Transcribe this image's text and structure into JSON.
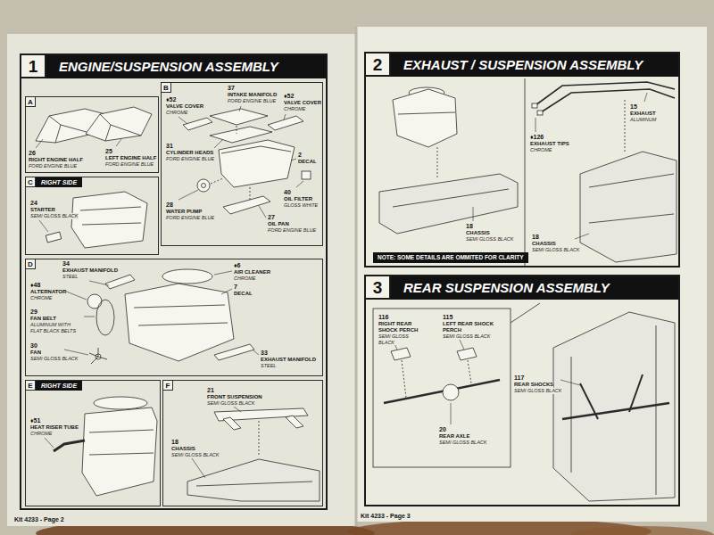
{
  "diagram": {
    "nodes": [
      {
        "text": [
          "1",
          "ENGINE/SUSPENSION ASSEMBLY"
        ]
      },
      {
        "text": [
          "A"
        ],
        "in": 0
      },
      {
        "text": [
          "B"
        ],
        "in": 0
      },
      {
        "text": [
          "C",
          "RIGHT SIDE"
        ],
        "in": 0
      },
      {
        "text": [
          "D"
        ],
        "in": 0
      },
      {
        "text": [
          "E",
          "RIGHT SIDE"
        ],
        "in": 0
      },
      {
        "text": [
          "F"
        ],
        "in": 0
      },
      {
        "text": [
          "2",
          "EXHAUST / SUSPENSION ASSEMBLY"
        ]
      },
      {
        "text": [
          "NOTE: SOME DETAILS ARE OMMITED FOR CLARITY"
        ],
        "in": 7
      },
      {
        "text": [
          "3",
          "REAR SUSPENSION ASSEMBLY"
        ]
      }
    ],
    "labels": [
      "26",
      "RIGHT ENGINE HALF",
      "FORD ENGINE BLUE",
      "25",
      "LEFT ENGINE HALF",
      "FORD ENGINE BLUE",
      "37",
      "INTAKE MANIFOLD",
      "FORD ENGINE BLUE",
      "♦52",
      "VALVE COVER",
      "CHROME",
      "♦52",
      "VALVE COVER",
      "CHROME",
      "31",
      "CYLINDER HEADS",
      "FORD ENGINE BLUE",
      "2",
      "DECAL",
      "28",
      "WATER PUMP",
      "FORD ENGINE BLUE",
      "40",
      "OIL FILTER",
      "GLOSS WHITE",
      "27",
      "OIL PAN",
      "FORD ENGINE BLUE",
      "24",
      "STARTER",
      "SEMI GLOSS BLACK",
      "34",
      "EXHAUST MANIFOLD",
      "STEEL",
      "♦48",
      "ALTERNATOR",
      "CHROME",
      "29",
      "FAN BELT",
      "ALUMINUM WITH FLAT BLACK BELTS",
      "30",
      "FAN",
      "SEMI GLOSS BLACK",
      "♦6",
      "AIR CLEANER",
      "CHROME",
      "7",
      "DECAL",
      "33",
      "EXHAUST MANIFOLD",
      "STEEL",
      "♦51",
      "HEAT RISER TUBE",
      "CHROME",
      "21",
      "FRONT SUSPENSION",
      "SEMI GLOSS BLACK",
      "18",
      "CHASSIS",
      "SEMI GLOSS BLACK",
      "Kit 4233 - Page 2",
      "18",
      "CHASSIS",
      "SEMI GLOSS BLACK",
      "15",
      "EXHAUST",
      "ALUMINUM",
      "♦126",
      "EXHAUST TIPS",
      "CHROME",
      "18",
      "CHASSIS",
      "SEMI GLOSS BLACK",
      "116",
      "RIGHT REAR SHOCK PERCH",
      "SEMI GLOSS BLACK",
      "115",
      "LEFT REAR SHOCK PERCH",
      "SEMI GLOSS BLACK",
      "20",
      "REAR AXLE",
      "SEMI GLOSS BLACK",
      "117",
      "REAR SHOCKS",
      "SEMI GLOSS BLACK",
      "Kit 4233 - Page 3"
    ]
  }
}
